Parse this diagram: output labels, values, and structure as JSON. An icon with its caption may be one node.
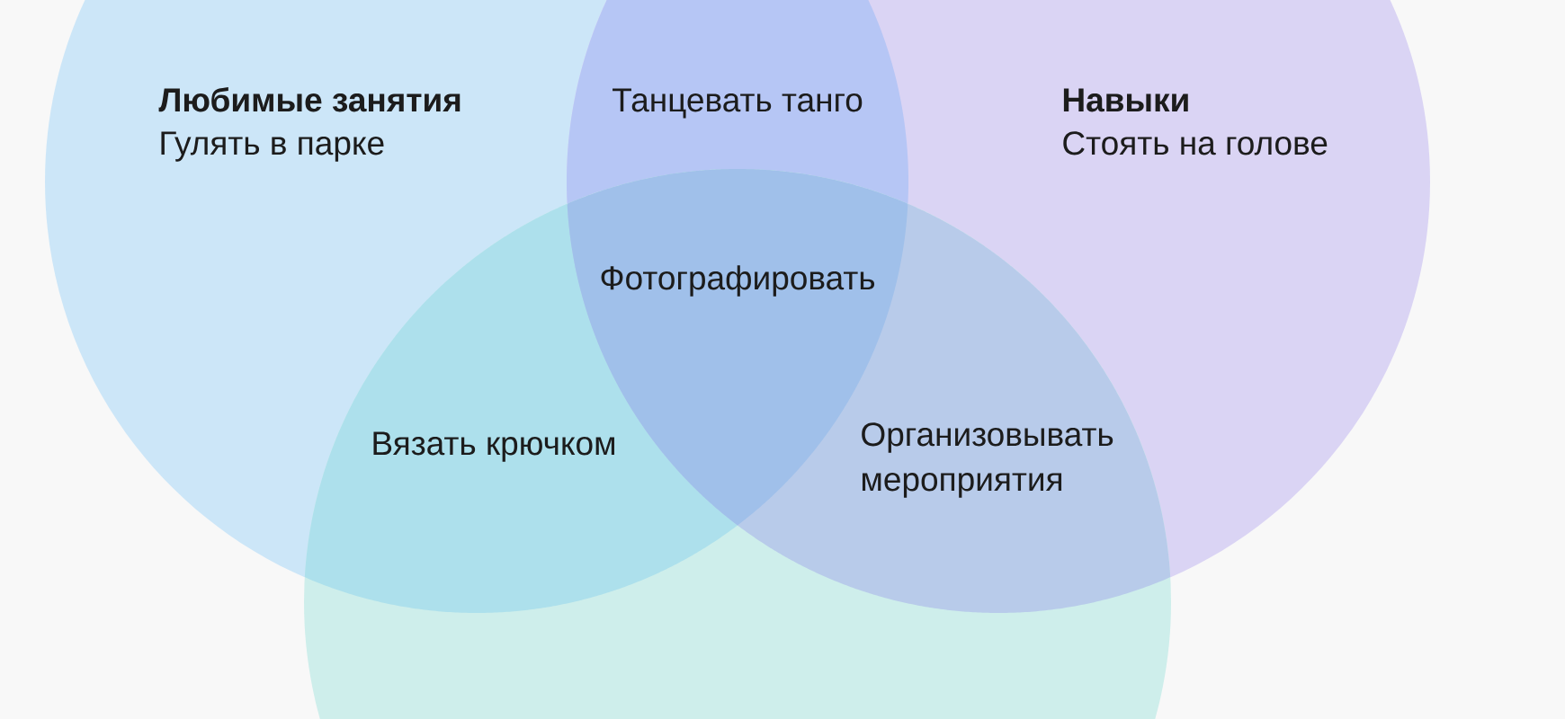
{
  "diagram": {
    "nodes": [
      {
        "text": [
          "Любимые занятия",
          "Гулять в парке"
        ]
      },
      {
        "text": [
          "Навыки",
          "Стоять на голове"
        ]
      },
      {
        "text": [],
        "shape": "circle"
      }
    ],
    "labels": [
      "Танцевать танго",
      "Фотографировать",
      "Вязать крючком",
      "Организовывать мероприятия"
    ]
  }
}
